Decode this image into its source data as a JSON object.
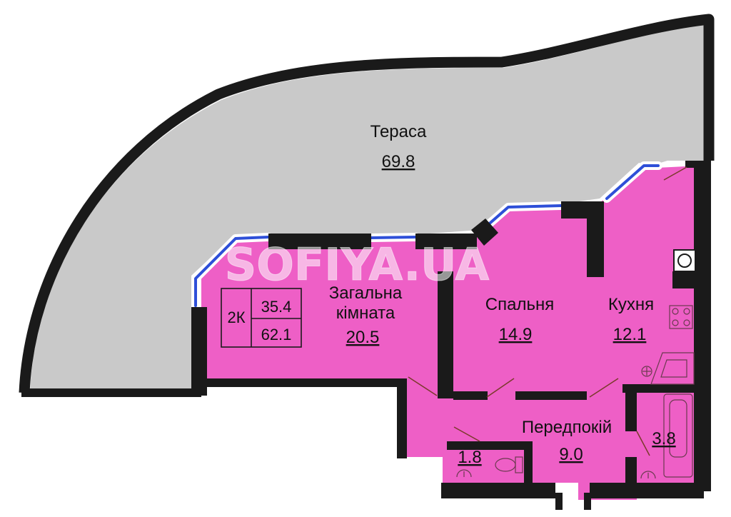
{
  "colors": {
    "room_fill": "#ee5fc6",
    "terrace_fill": "#c9c9c9",
    "wall": "#1a1a1a",
    "window": "#2e4fd8",
    "watermark": "#ffffff"
  },
  "rooms": {
    "terrace": {
      "name": "Тераса",
      "area": "69.8"
    },
    "living": {
      "name_line1": "Загальна",
      "name_line2": "кімната",
      "area": "20.5"
    },
    "bedroom": {
      "name": "Спальня",
      "area": "14.9"
    },
    "kitchen": {
      "name": "Кухня",
      "area": "12.1"
    },
    "hallway": {
      "name": "Передпокій",
      "area": "9.0"
    },
    "toilet": {
      "area": "1.8"
    },
    "bathroom": {
      "area": "3.8"
    }
  },
  "summary": {
    "rooms_count": "2К",
    "living_area": "35.4",
    "total_area": "62.1"
  },
  "watermark": {
    "text": "SOFIYA.UA"
  },
  "icons": [
    "stove-icon",
    "sink-icon",
    "toilet-icon",
    "bathtub-icon",
    "floor-drain-icon",
    "ventilation-shaft-icon"
  ]
}
